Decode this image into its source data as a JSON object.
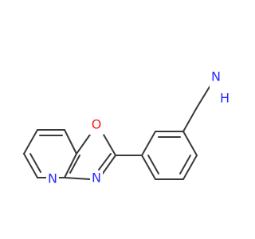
{
  "molecule": {
    "atoms": {
      "O1": {
        "symbol": "O",
        "color": "#ff1a1a"
      },
      "N3": {
        "symbol": "N",
        "color": "#2b2bff"
      },
      "N4": {
        "symbol": "N",
        "color": "#2b2bff"
      },
      "NH2_N": {
        "symbol": "N",
        "color": "#2b2bff"
      },
      "NH2_H": {
        "symbol": "H",
        "color": "#2b2bff"
      }
    },
    "bond_color": "#3a3a3a",
    "background": "#ffffff"
  }
}
